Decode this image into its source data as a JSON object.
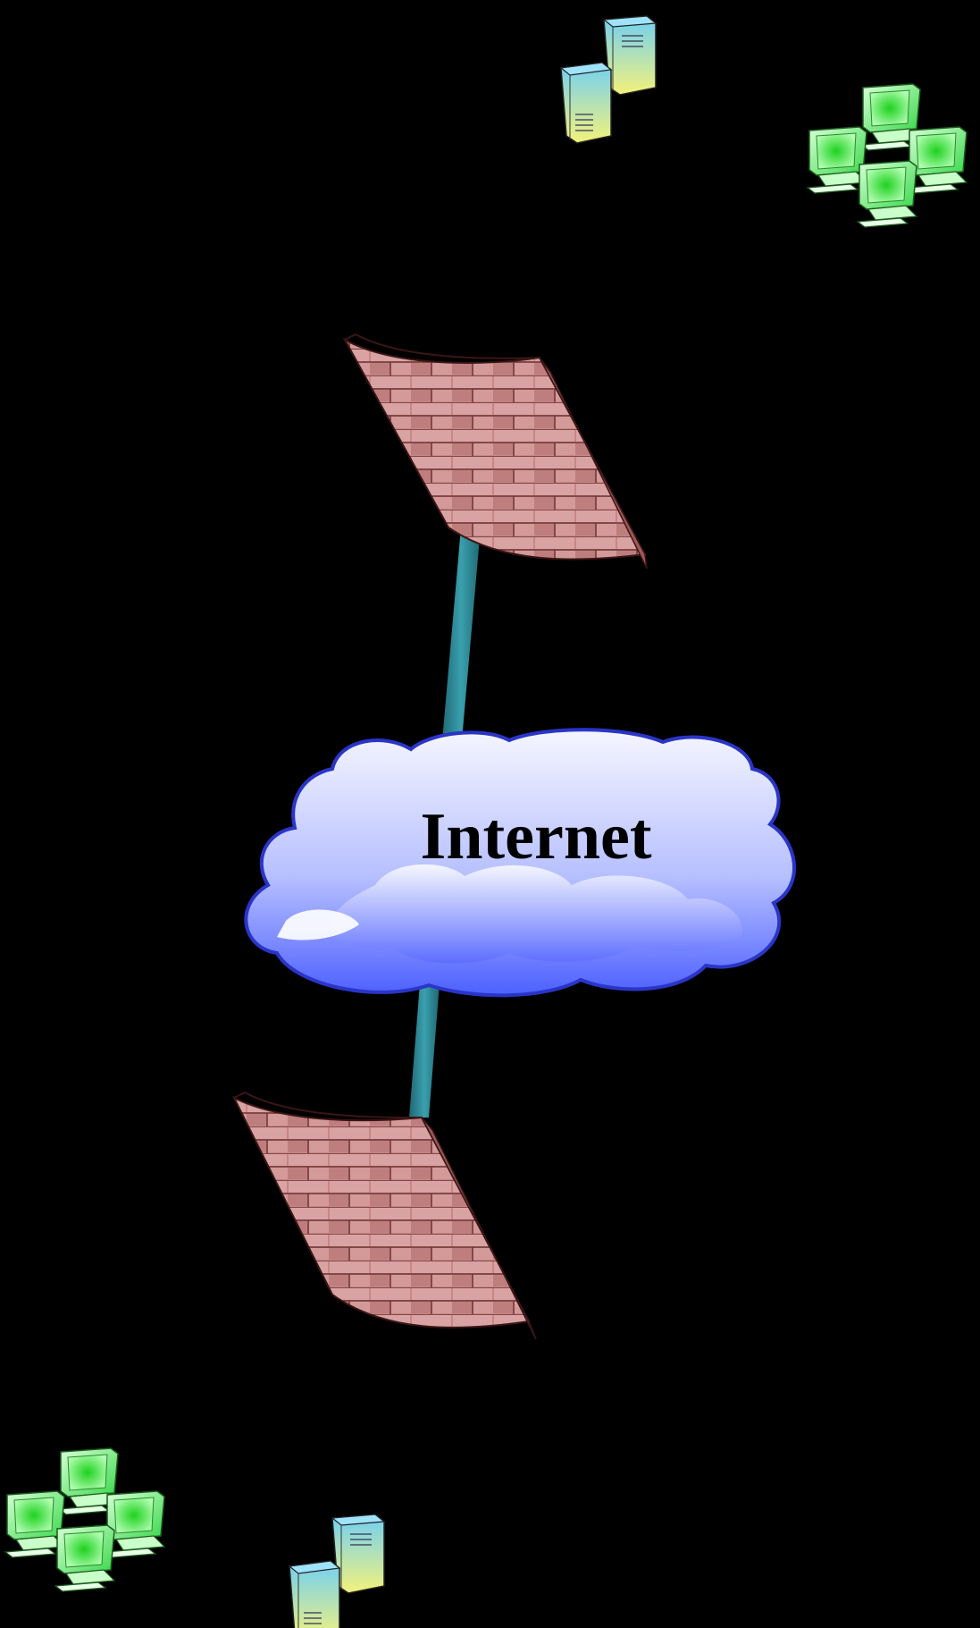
{
  "diagram": {
    "cloud_label": "Internet",
    "nodes": [
      {
        "id": "server-group-top",
        "icon": "server-icon"
      },
      {
        "id": "workstation-group-top",
        "icon": "computer-icon"
      },
      {
        "id": "firewall-top",
        "icon": "firewall-icon"
      },
      {
        "id": "internet-cloud",
        "icon": "cloud-icon"
      },
      {
        "id": "firewall-bottom",
        "icon": "firewall-icon"
      },
      {
        "id": "workstation-group-bottom",
        "icon": "computer-icon"
      },
      {
        "id": "server-group-bottom",
        "icon": "server-icon"
      }
    ],
    "links": [
      {
        "from": "firewall-top",
        "to": "internet-cloud"
      },
      {
        "from": "internet-cloud",
        "to": "firewall-bottom"
      }
    ],
    "colors": {
      "background": "#000000",
      "link": "#2f8a98",
      "brick": "#c98a8a",
      "mortar": "#7a3c3c",
      "cloud_light": "#f3f4ff",
      "cloud_dark": "#4f63ff",
      "cloud_outline": "#2a35c8",
      "monitor": "#5fe86a",
      "server_top": "#7fd0f0",
      "server_bottom": "#f3f07a"
    }
  }
}
